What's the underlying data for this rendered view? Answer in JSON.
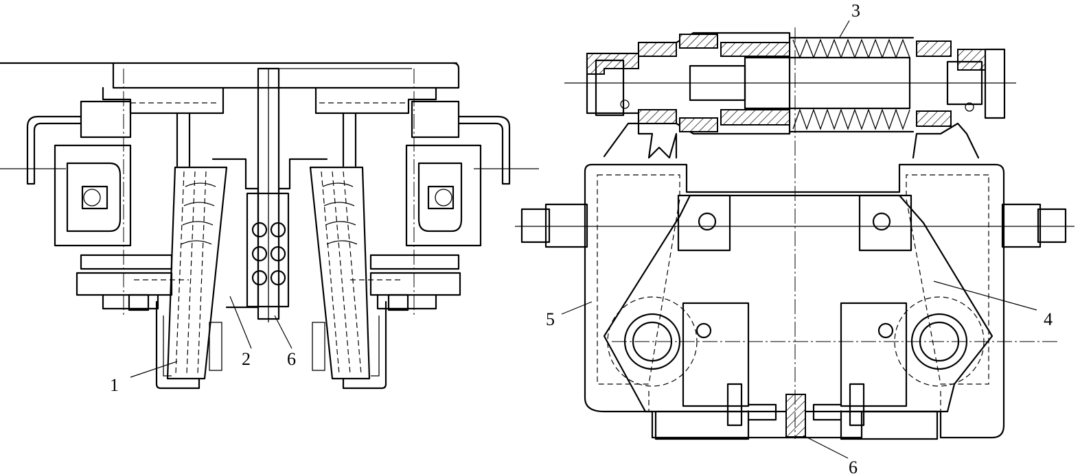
{
  "callouts": {
    "left_1": "1",
    "left_2": "2",
    "left_6": "6",
    "right_3": "3",
    "right_4": "4",
    "right_5": "5",
    "right_6": "6"
  }
}
